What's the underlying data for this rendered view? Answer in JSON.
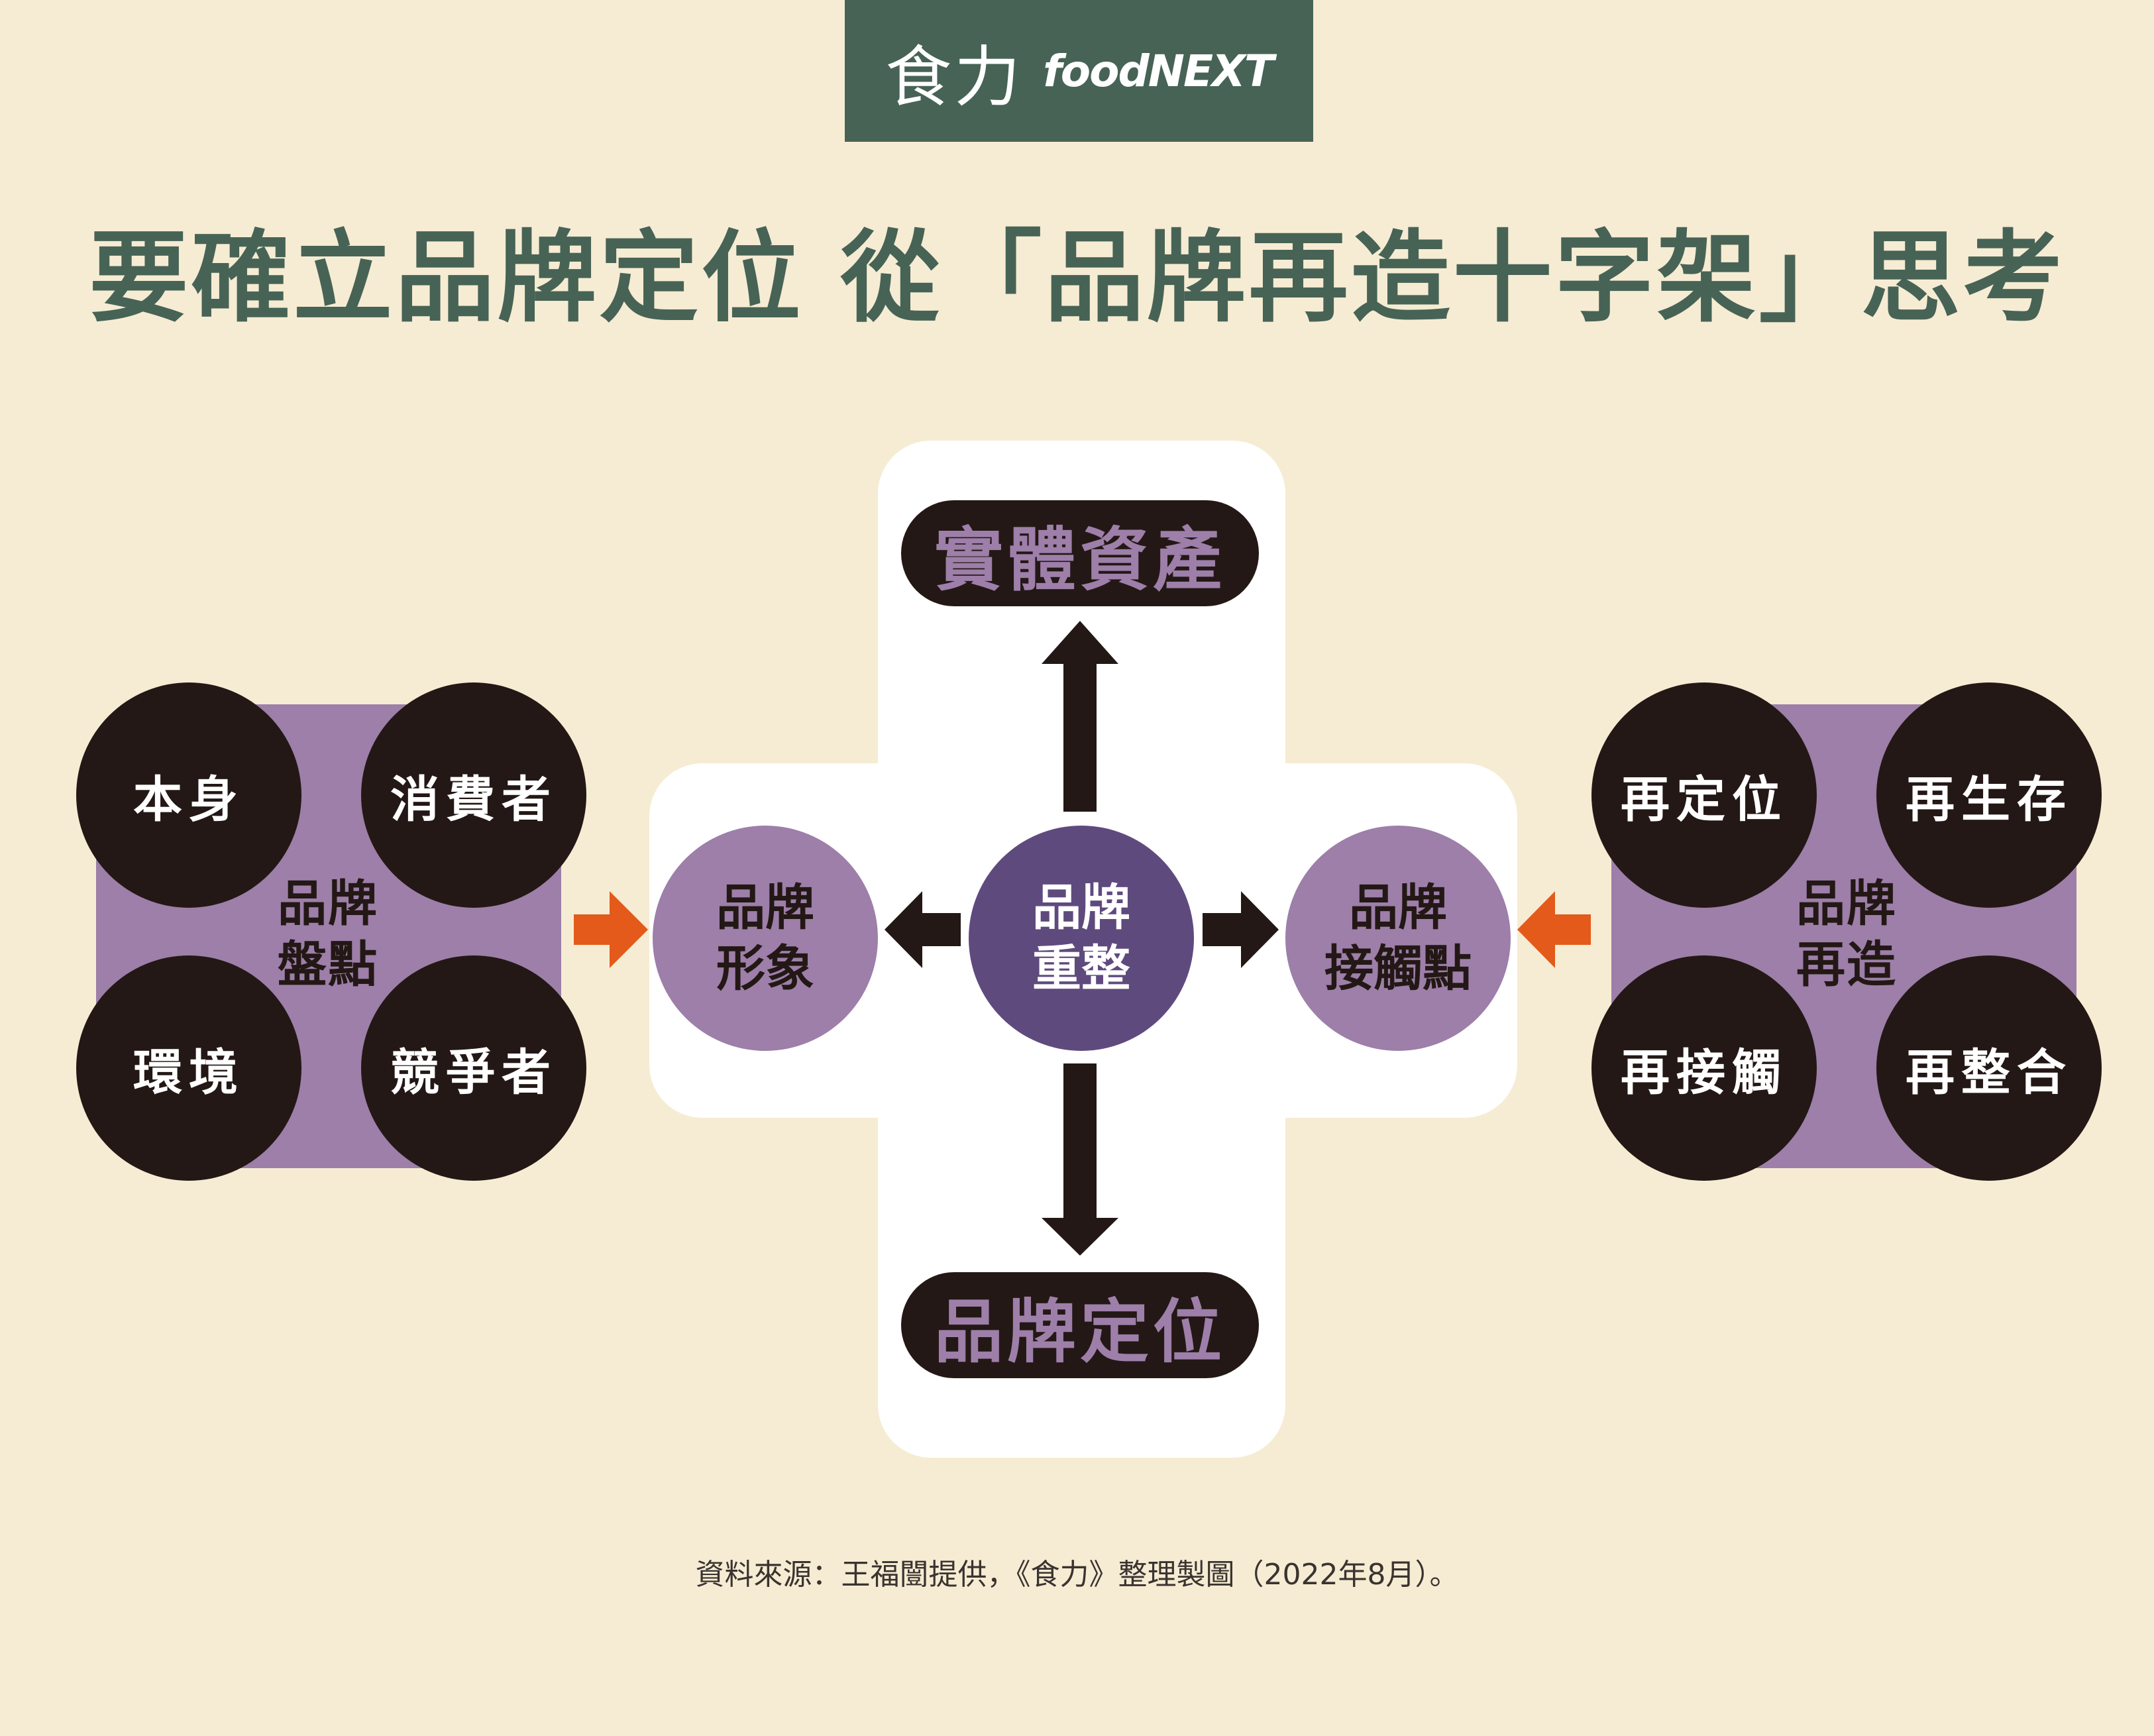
{
  "logo": {
    "chinese": "食力",
    "english": "foodNEXT"
  },
  "title": "要確立品牌定位 從「品牌再造十字架」思考",
  "cross": {
    "top": "實體資產",
    "bottom": "品牌定位",
    "center": "品牌\n重整",
    "left": "品牌\n形象",
    "right": "品牌\n接觸點"
  },
  "left_group": {
    "label": "品牌\n盤點",
    "items": [
      "本身",
      "消費者",
      "環境",
      "競爭者"
    ]
  },
  "right_group": {
    "label": "品牌\n再造",
    "items": [
      "再定位",
      "再生存",
      "再接觸",
      "再整合"
    ]
  },
  "source": "資料來源：王福闓提供，《食力》整理製圖（2022年8月）。",
  "colors": {
    "background": "#f6ecd3",
    "brand_green": "#476356",
    "dark": "#231815",
    "purple": "#9d7fa9",
    "dark_purple": "#5f4a7e",
    "orange_arrow": "#e35a1b"
  }
}
